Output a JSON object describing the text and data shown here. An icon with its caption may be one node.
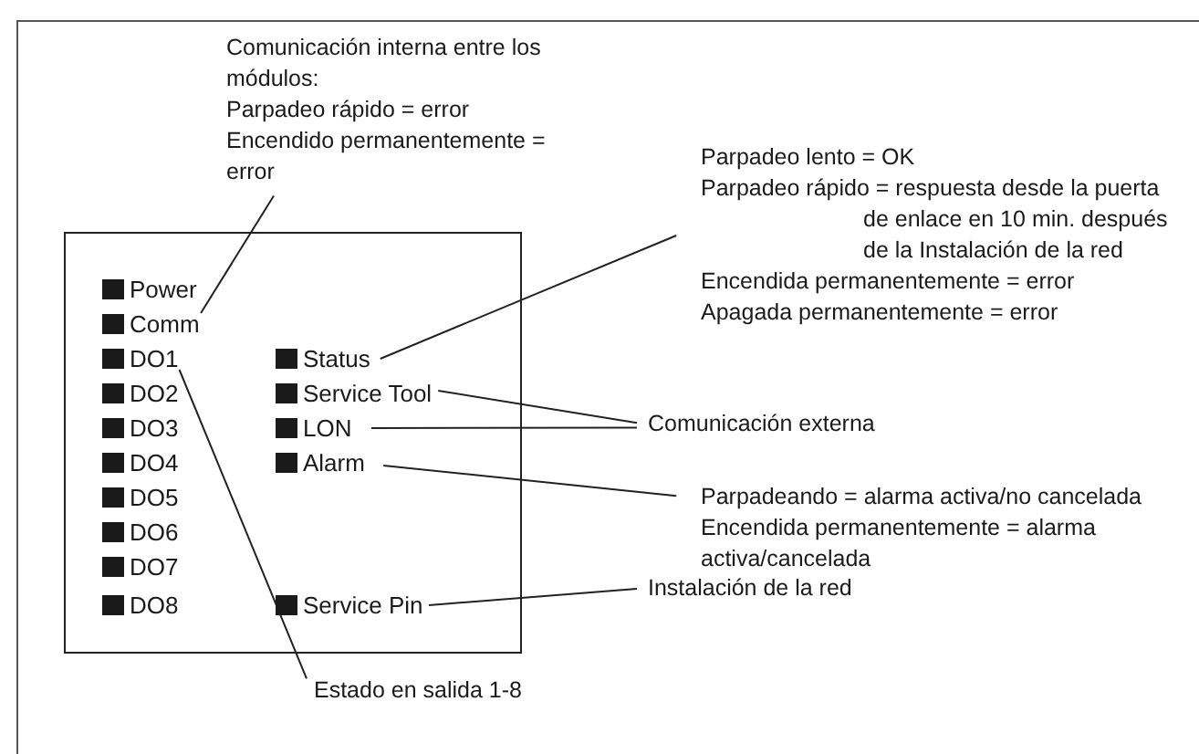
{
  "diagram": {
    "nodes": [
      {
        "text": [],
        "shape": "box"
      },
      {
        "text": [
          "Power"
        ],
        "in": 0
      },
      {
        "text": [
          "Comm"
        ],
        "in": 0
      },
      {
        "text": [
          "DO1"
        ],
        "in": 0
      },
      {
        "text": [
          "DO2"
        ],
        "in": 0
      },
      {
        "text": [
          "DO3"
        ],
        "in": 0
      },
      {
        "text": [
          "DO4"
        ],
        "in": 0
      },
      {
        "text": [
          "DO5"
        ],
        "in": 0
      },
      {
        "text": [
          "DO6"
        ],
        "in": 0
      },
      {
        "text": [
          "DO7"
        ],
        "in": 0
      },
      {
        "text": [
          "DO8"
        ],
        "in": 0
      },
      {
        "text": [
          "Status"
        ],
        "in": 0
      },
      {
        "text": [
          "Service Tool"
        ],
        "in": 0
      },
      {
        "text": [
          "LON"
        ],
        "in": 0
      },
      {
        "text": [
          "Alarm"
        ],
        "in": 0
      },
      {
        "text": [
          "Service Pin"
        ],
        "in": 0
      },
      {
        "text": [
          "Comunicación interna entre los módulos:",
          "Parpadeo rápido = error",
          "Encendido permanentemente = error"
        ]
      },
      {
        "text": [
          "Parpadeo lento = OK",
          "Parpadeo rápido = respuesta desde la puerta de enlace en 10 min. después de la Instalación de la red",
          "Encendida permanentemente = error",
          "Apagada permanentemente = error"
        ]
      },
      {
        "text": [
          "Comunicación externa"
        ]
      },
      {
        "text": [
          "Parpadeando = alarma activa/no cancelada",
          "Encendida permanentemente = alarma activa/cancelada"
        ]
      },
      {
        "text": [
          "Instalación de la red"
        ]
      },
      {
        "text": [
          "Estado en salida 1-8"
        ]
      }
    ],
    "edges": [
      {
        "from": 16,
        "to": 2,
        "arrow": "none"
      },
      {
        "from": 21,
        "to": 3,
        "arrow": "none"
      },
      {
        "from": 17,
        "to": 11,
        "arrow": "none"
      },
      {
        "from": 18,
        "to": 12,
        "arrow": "none"
      },
      {
        "from": 18,
        "to": 13,
        "arrow": "none"
      },
      {
        "from": 19,
        "to": 14,
        "arrow": "none"
      },
      {
        "from": 20,
        "to": 15,
        "arrow": "none"
      }
    ]
  }
}
